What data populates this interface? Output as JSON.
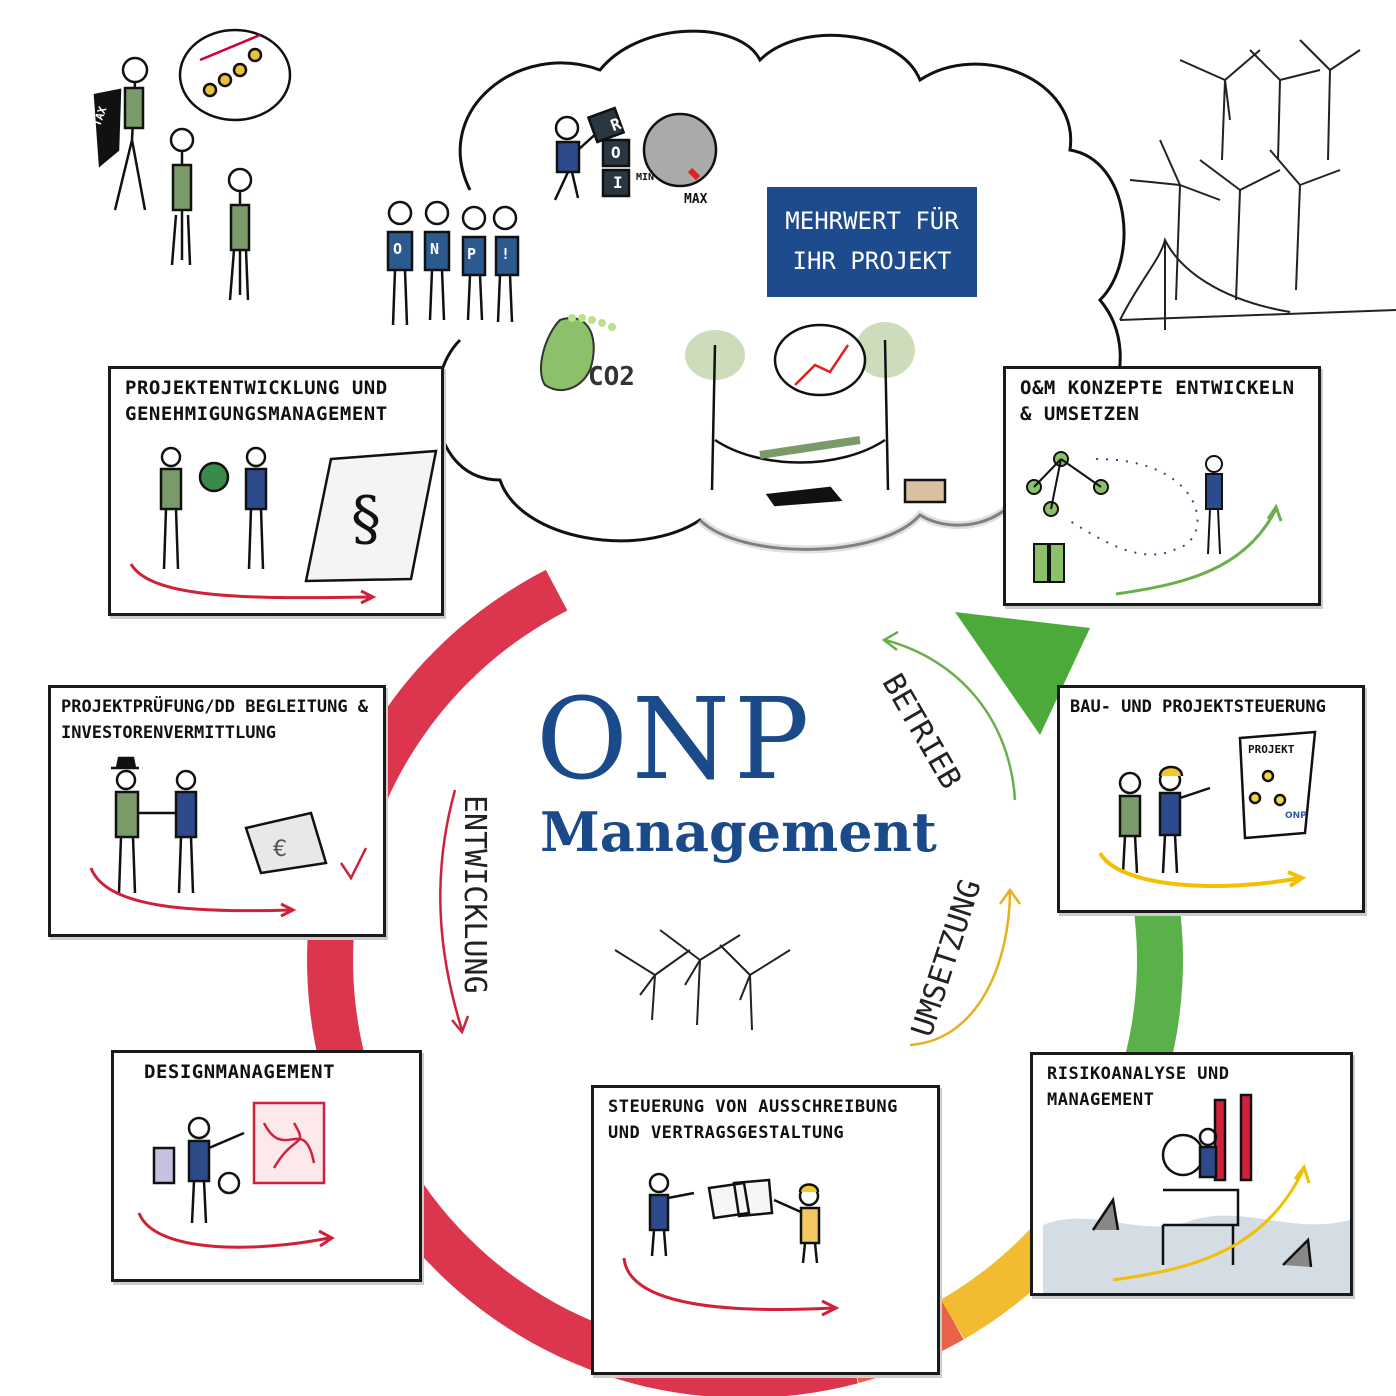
{
  "logo": {
    "name": "ONP",
    "subtitle": "Management"
  },
  "cloud": {
    "label": "MEHRWERT FÜR IHR PROJEKT",
    "roi_blocks": [
      "R",
      "O",
      "I"
    ],
    "dial_min": "MIN",
    "dial_max": "MAX",
    "shirt_letters": [
      "O",
      "N",
      "P",
      "!"
    ],
    "co2": "CO2",
    "bag_label": "TAX"
  },
  "phases": {
    "development": "ENTWICKLUNG",
    "operation": "BETRIEB",
    "implementation": "UMSETZUNG"
  },
  "boxes": [
    {
      "title": "Projektentwicklung und Genehmigungsmanagement",
      "symbol": "§"
    },
    {
      "title": "O&M Konzepte entwickeln & umsetzen"
    },
    {
      "title": "Projektprüfung/DD Begleitung & Investorenvermittlung",
      "symbol": "€"
    },
    {
      "title": "Bau- und Projektsteuerung",
      "chart_title": "PROJEKT",
      "chart_brand": "ONP"
    },
    {
      "title": "Designmanagement"
    },
    {
      "title": "Steuerung von Ausschreibung und Vertragsgestaltung"
    },
    {
      "title": "Risikoanalyse und Management"
    }
  ]
}
